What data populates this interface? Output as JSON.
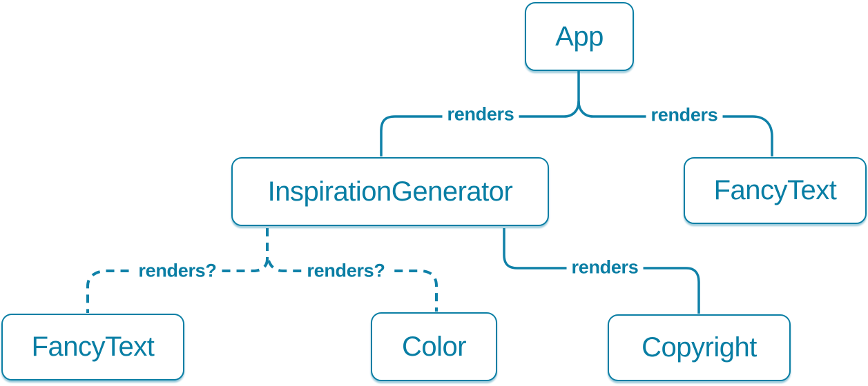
{
  "palette": {
    "accent_text": "#087ea4",
    "line": "#0f81a8",
    "node_background": "#ffffff",
    "node_border": "#0a7ea4",
    "page_background": "#ffffff"
  },
  "diagram": {
    "kind": "component-tree",
    "nodes": [
      {
        "id": "app",
        "label": "App"
      },
      {
        "id": "inspiration-generator",
        "label": "InspirationGenerator"
      },
      {
        "id": "fancy-text-top",
        "label": "FancyText"
      },
      {
        "id": "fancy-text-bottom",
        "label": "FancyText"
      },
      {
        "id": "color",
        "label": "Color"
      },
      {
        "id": "copyright",
        "label": "Copyright"
      }
    ],
    "edges": [
      {
        "from": "App",
        "to": "InspirationGenerator",
        "label": "renders",
        "style": "solid"
      },
      {
        "from": "App",
        "to": "FancyText",
        "label": "renders",
        "style": "solid"
      },
      {
        "from": "InspirationGenerator",
        "to": "FancyText",
        "label": "renders?",
        "style": "dashed"
      },
      {
        "from": "InspirationGenerator",
        "to": "Color",
        "label": "renders?",
        "style": "dashed"
      },
      {
        "from": "InspirationGenerator",
        "to": "Copyright",
        "label": "renders",
        "style": "solid"
      }
    ]
  }
}
